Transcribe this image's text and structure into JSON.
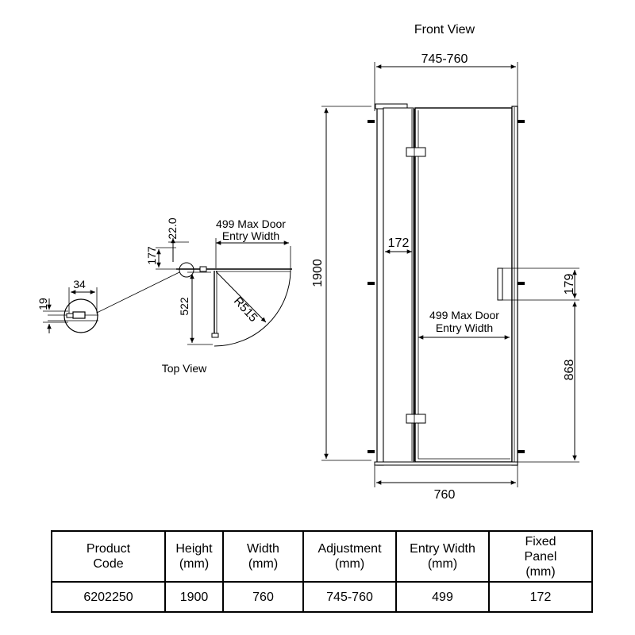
{
  "front_view": {
    "title": "Front View",
    "width_range": "745-760",
    "height": "1900",
    "fixed_panel_width": "172",
    "door_entry_line1": "499 Max Door",
    "door_entry_line2": "Entry Width",
    "handle_height": "179",
    "handle_from_floor": "868",
    "base_width": "760"
  },
  "top_view": {
    "title": "Top View",
    "door_entry_line1": "499 Max Door",
    "door_entry_line2": "Entry Width",
    "dim_22": "22.0",
    "dim_177": "177",
    "dim_522": "522",
    "radius": "R515",
    "detail_34": "34",
    "detail_19": "19"
  },
  "table": {
    "headers": [
      "Product\nCode",
      "Height\n(mm)",
      "Width\n(mm)",
      "Adjustment\n(mm)",
      "Entry Width\n(mm)",
      "Fixed\nPanel\n(mm)"
    ],
    "row": [
      "6202250",
      "1900",
      "760",
      "745-760",
      "499",
      "172"
    ]
  }
}
